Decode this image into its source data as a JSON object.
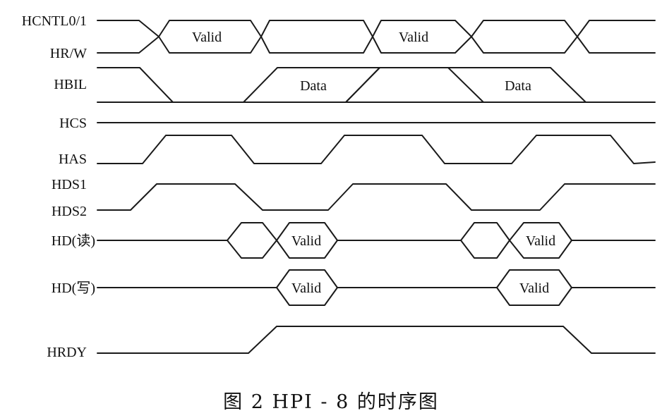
{
  "diagram": {
    "signals": [
      {
        "id": "hcntl",
        "label": "HCNTL0/1"
      },
      {
        "id": "hrw",
        "label": "HR/W"
      },
      {
        "id": "hbil",
        "label": "HBIL"
      },
      {
        "id": "hcs",
        "label": "HCS"
      },
      {
        "id": "has",
        "label": "HAS"
      },
      {
        "id": "hds1",
        "label": "HDS1"
      },
      {
        "id": "hds2",
        "label": "HDS2"
      },
      {
        "id": "hd_read",
        "label": "HD(读)"
      },
      {
        "id": "hd_write",
        "label": "HD(写)"
      },
      {
        "id": "hrdy",
        "label": "HRDY"
      }
    ],
    "annotations": {
      "valid": "Valid",
      "data": "Data"
    },
    "caption": "图 2  HPI - 8 的时序图"
  }
}
